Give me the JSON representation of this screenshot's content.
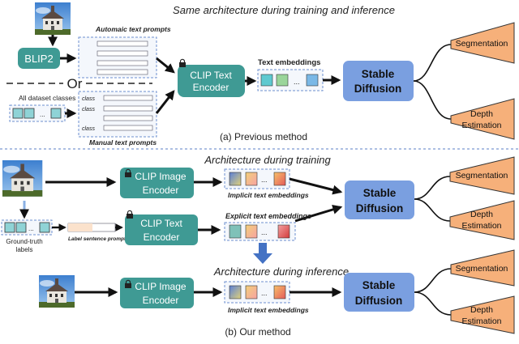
{
  "top": {
    "title": "Same architecture during training and inference",
    "blip_label": "BLIP2",
    "auto_prompts_label": "Automaic text prompts",
    "or_label": "Or",
    "all_classes_label": "All dataset classes",
    "class_1": "class",
    "class_2": "class",
    "class_n": "class",
    "manual_prompts_label": "Manual text prompts",
    "clip_text_line1": "CLIP Text",
    "clip_text_line2": "Encoder",
    "text_embeddings_label": "Text embeddings",
    "ellipsis": "...",
    "sd_line1": "Stable",
    "sd_line2": "Diffusion",
    "segmentation": "Segmentation",
    "depth_line1": "Depth",
    "depth_line2": "Estimation",
    "caption": "(a) Previous  method"
  },
  "bottom": {
    "train_title": "Architecture during training",
    "infer_title": "Architecture during inference",
    "clip_image_line1": "CLIP Image",
    "clip_image_line2": "Encoder",
    "clip_text_line1": "CLIP Text",
    "clip_text_line2": "Encoder",
    "implicit_label": "Implicit text embeddings",
    "explicit_label": "Explicit text  embeddings",
    "gt_line1": "Ground-truth",
    "gt_line2": "labels",
    "label_prompts": "Label sentence prompts",
    "ellipsis": "...",
    "sd_line1": "Stable",
    "sd_line2": "Diffusion",
    "segmentation": "Segmentation",
    "depth_line1": "Depth",
    "depth_line2": "Estimation",
    "caption": "(b)   Our  method"
  },
  "colors": {
    "teal": "#3f9a94",
    "stable_diffusion": "#7a9fe0",
    "trapezoid": "#f6b07a",
    "blue_arrow": "#4472c4"
  }
}
